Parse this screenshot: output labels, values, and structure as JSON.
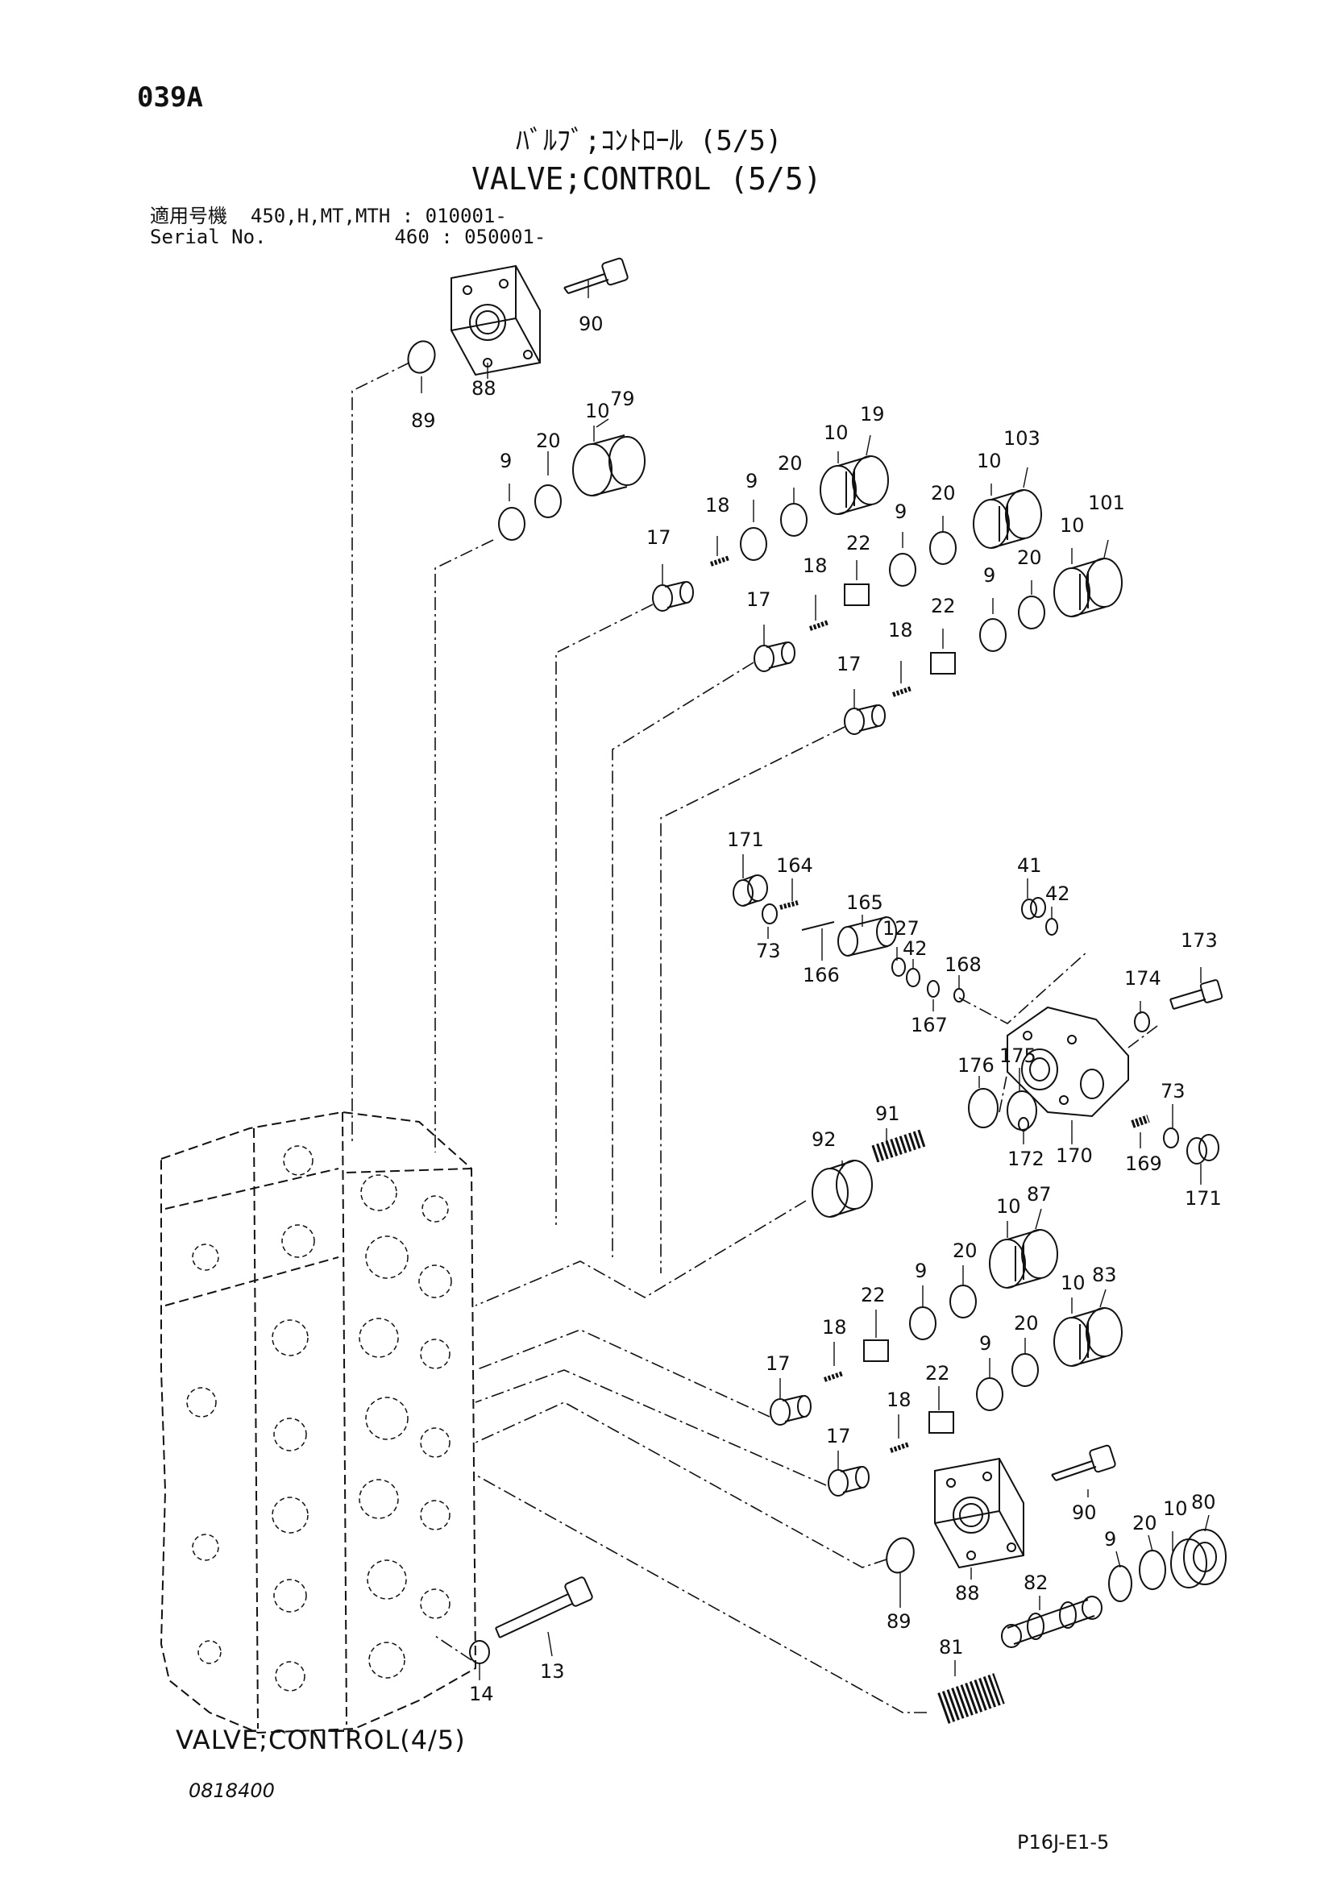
{
  "header": {
    "page_code": "039A",
    "title_japanese": "ﾊﾞﾙﾌﾞ;ｺﾝﾄﾛｰﾙ (5/5)",
    "title_english": "VALVE;CONTROL (5/5)"
  },
  "serial_table": {
    "rows": [
      {
        "label": "適用号機",
        "model": "450,H,MT,MTH",
        "separator": ":",
        "serial": "010001-"
      },
      {
        "label": "Serial No.",
        "model": "460",
        "separator": ":",
        "serial": "050001-"
      }
    ]
  },
  "diagram": {
    "reference_label": "VALVE;CONTROL(4/5)",
    "part_labels": [
      "90",
      "88",
      "89",
      "10",
      "79",
      "20",
      "9",
      "19",
      "103",
      "101",
      "18",
      "17",
      "22",
      "171",
      "164",
      "73",
      "165",
      "166",
      "127",
      "42",
      "167",
      "168",
      "41",
      "173",
      "174",
      "176",
      "175",
      "172",
      "170",
      "169",
      "92",
      "91",
      "87",
      "83",
      "82",
      "81",
      "80",
      "13",
      "14"
    ]
  },
  "footer": {
    "drawing_number": "0818400",
    "sheet_id": "P16J-E1-5"
  },
  "colors": {
    "line": "#111111",
    "background": "#ffffff"
  }
}
